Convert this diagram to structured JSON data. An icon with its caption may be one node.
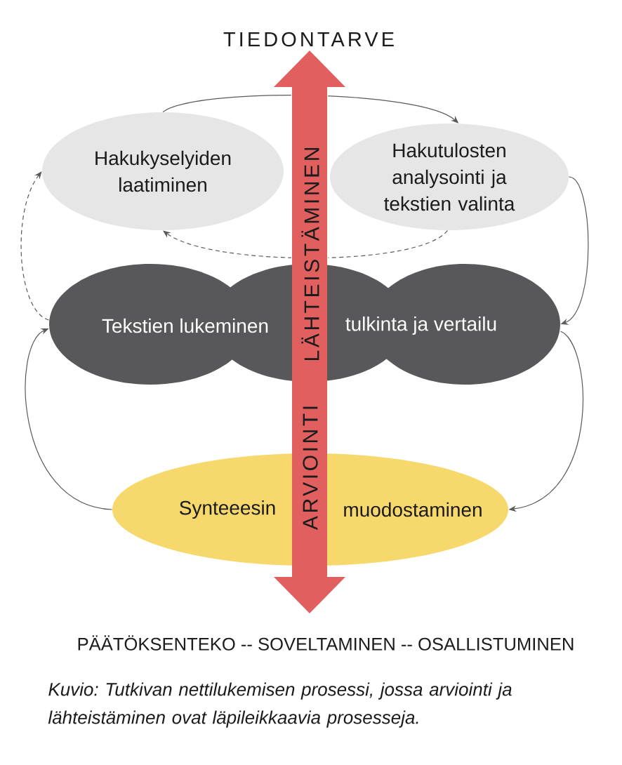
{
  "diagram": {
    "caption": "Kuvio: Tutkivan nettilukemisen prosessi, jossa arviointi ja lähteistäminen ovat läpileikkaavia prosesseja.",
    "nodes": [
      {
        "text": [
          "Hakukyselyiden laatiminen"
        ]
      },
      {
        "text": [
          "Hakutulosten analysointi ja tekstien valinta"
        ]
      },
      {
        "text": [
          "Tekstien lukeminen",
          "tulkinta ja vertailu"
        ]
      },
      {
        "text": [
          "Synteeesin",
          "muodostaminen"
        ]
      }
    ],
    "edges": [
      {
        "from": 0,
        "to": 1,
        "arrow": "to"
      },
      {
        "from": 1,
        "to": 0,
        "arrow": "to",
        "style": "dashed"
      },
      {
        "from": 1,
        "to": 2,
        "arrow": "to"
      },
      {
        "from": 2,
        "to": 3,
        "arrow": "to"
      },
      {
        "from": 3,
        "to": 2,
        "arrow": "to"
      },
      {
        "from": 2,
        "to": 0,
        "arrow": "to",
        "style": "dashed"
      }
    ],
    "labels": [
      "TIEDONTARVE",
      "LÄHTEISTÄMINEN",
      "ARVIOINTI",
      "PÄÄTÖKSENTEKO -- SOVELTAMINEN -- OSALLISTUMINEN"
    ]
  }
}
